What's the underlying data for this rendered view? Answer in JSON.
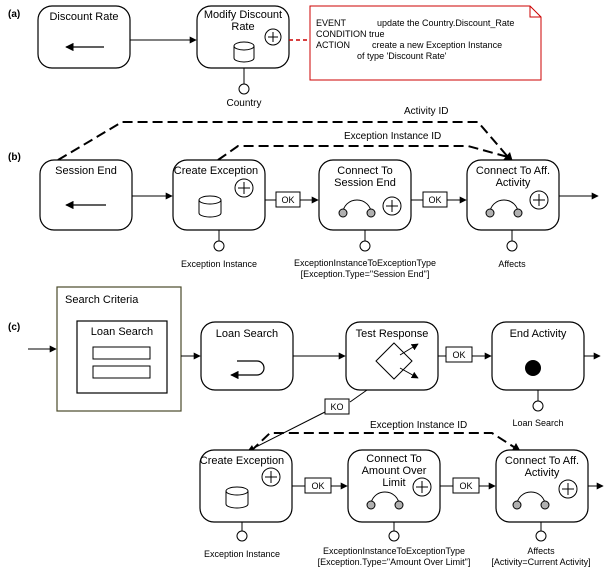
{
  "sections": {
    "a": "(a)",
    "b": "(b)",
    "c": "(c)"
  },
  "panel_a": {
    "discount_rate": "Discount Rate",
    "modify_discount_rate": "Modify Discount Rate",
    "country": "Country",
    "note_event_key": "EVENT",
    "note_event_val": "update the Country.Discount_Rate",
    "note_condition_key": "CONDITION",
    "note_condition_val": "true",
    "note_action_key": "ACTION",
    "note_action_val": "create a new Exception Instance",
    "note_action_val2": "of type 'Discount Rate'"
  },
  "panel_b": {
    "activity_id": "Activity ID",
    "exception_instance_id": "Exception Instance ID",
    "session_end": "Session End",
    "create_exception": "Create Exception",
    "connect_to_session_end": "Connect To Session End",
    "connect_to_aff_activity": "Connect To Aff. Activity",
    "ok1": "OK",
    "ok2": "OK",
    "exception_instance": "Exception Instance",
    "ei_to_type": "ExceptionInstanceToExceptionType",
    "ei_type_cond": "[Exception.Type=\"Session End\"]",
    "affects": "Affects"
  },
  "panel_c": {
    "search_criteria": "Search Criteria",
    "loan_search_inner": "Loan Search",
    "loan_search": "Loan Search",
    "test_response": "Test Response",
    "end_activity": "End Activity",
    "ok_top": "OK",
    "ko": "KO",
    "loan_search_label": "Loan Search",
    "exception_instance_id": "Exception Instance ID",
    "create_exception": "Create Exception",
    "connect_to_amount": "Connect To Amount Over Limit",
    "connect_to_aff_activity": "Connect To Aff. Activity",
    "ok_b1": "OK",
    "ok_b2": "OK",
    "exception_instance": "Exception Instance",
    "ei_to_type": "ExceptionInstanceToExceptionType",
    "ei_type_cond": "[Exception.Type=\"Amount Over Limit\"]",
    "affects": "Affects",
    "affects_cond": "[Activity=Current Activity]"
  },
  "colors": {
    "line": "#000000",
    "note_border": "#cc0000",
    "inner_box_border": "#4a4a2a",
    "port_fill": "#b0b0b0"
  }
}
